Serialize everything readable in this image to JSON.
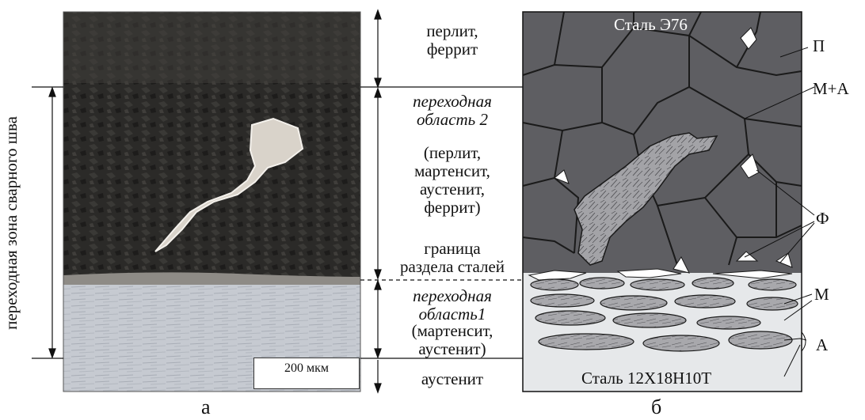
{
  "panel_a": {
    "label": "а",
    "side_label": "переходная зона сварного шва",
    "scale_bar": "200 мкм"
  },
  "middle": {
    "zone_top": [
      "перлит,",
      "феррит"
    ],
    "zone_transition2_title": [
      "переходная",
      "область 2"
    ],
    "zone_transition2_detail": [
      "(перлит,",
      "мартенсит,",
      "аустенит,",
      "феррит)"
    ],
    "boundary": [
      "граница",
      "раздела сталей"
    ],
    "zone_transition1_title": [
      "переходная",
      "область1"
    ],
    "zone_transition1_detail": [
      "(мартенсит,",
      "аустенит)"
    ],
    "zone_bottom": "аустенит"
  },
  "panel_b": {
    "label": "б",
    "steel_top": "Сталь Э76",
    "steel_bottom": "Сталь 12Х18Н10Т",
    "labels": {
      "p": "П",
      "ma": "М+А",
      "f": "Ф",
      "m": "М",
      "a": "А"
    }
  },
  "colors": {
    "grain_dark": "#5e5e62",
    "grain_edge": "#1a1a1a",
    "martensite": "#9a9a9e",
    "austenite_bg": "#e6e8ea",
    "photo_dark": "#2a2a28",
    "photo_light": "#c9ccd2"
  }
}
